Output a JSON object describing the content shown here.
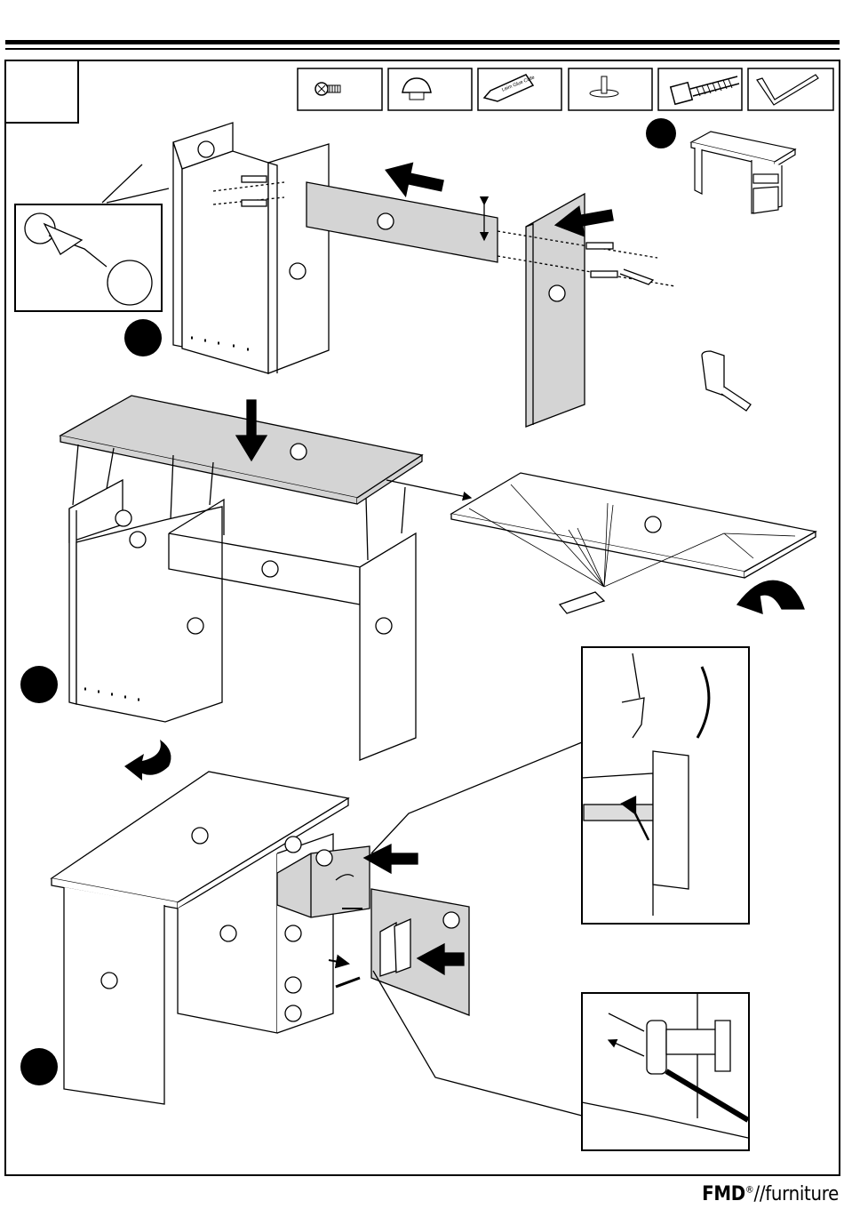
{
  "page": {
    "brand_bold": "FMD",
    "brand_reg": "®",
    "brand_rest": "//furniture"
  },
  "hardware": {
    "items": [
      {
        "icon": "screw-icon"
      },
      {
        "icon": "cap-icon"
      },
      {
        "icon": "glue-tube-icon",
        "label": "Leim Glue Colle"
      },
      {
        "icon": "dowel-pin-icon"
      },
      {
        "icon": "cam-bolt-icon"
      },
      {
        "icon": "allen-key-icon"
      }
    ]
  },
  "steps": [
    {
      "number": ""
    },
    {
      "number": ""
    },
    {
      "number": ""
    },
    {
      "number": ""
    }
  ],
  "glue_label": "Leim Glue Colle"
}
